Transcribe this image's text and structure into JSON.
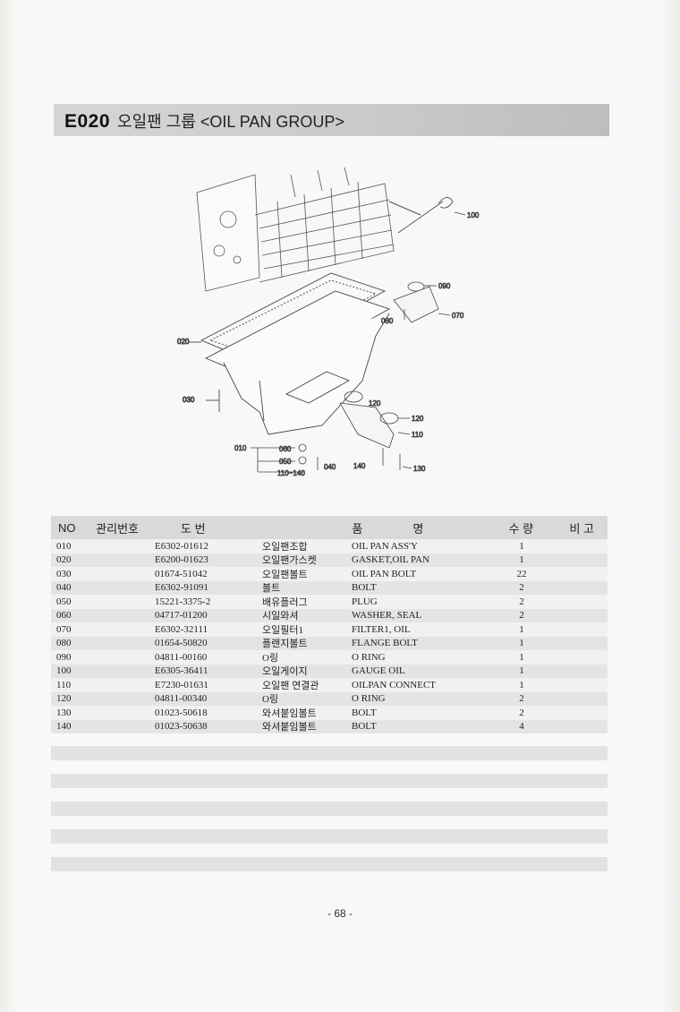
{
  "header": {
    "code": "E020",
    "title": "오일팬 그룹 <OIL PAN GROUP>"
  },
  "diagram": {
    "callouts": [
      "100",
      "090",
      "080",
      "070",
      "020",
      "030",
      "120",
      "120",
      "110",
      "010",
      "060",
      "050",
      "110~140",
      "040",
      "140",
      "130"
    ]
  },
  "table": {
    "headers": {
      "no": "NO",
      "mgmt": "관리번호",
      "part": "도 번",
      "name_kr": "품",
      "name_en": "명",
      "qty": "수 량",
      "note": "비 고"
    },
    "rows": [
      {
        "no": "010",
        "part": "E6302-01612",
        "kor": "오일팬조합",
        "eng": "OIL PAN ASS'Y",
        "qty": "1"
      },
      {
        "no": "020",
        "part": "E6200-01623",
        "kor": "오일팬가스켓",
        "eng": "GASKET,OIL PAN",
        "qty": "1"
      },
      {
        "no": "030",
        "part": "01674-51042",
        "kor": "오일팬볼트",
        "eng": "OIL PAN BOLT",
        "qty": "22"
      },
      {
        "no": "040",
        "part": "E6302-91091",
        "kor": "볼트",
        "eng": "BOLT",
        "qty": "2"
      },
      {
        "no": "050",
        "part": "15221-3375-2",
        "kor": "배유플러그",
        "eng": "PLUG",
        "qty": "2"
      },
      {
        "no": "060",
        "part": "04717-01200",
        "kor": "시일와셔",
        "eng": "WASHER, SEAL",
        "qty": "2"
      },
      {
        "no": "070",
        "part": "E6302-32111",
        "kor": "오일필터1",
        "eng": "FILTER1, OIL",
        "qty": "1"
      },
      {
        "no": "080",
        "part": "01654-50820",
        "kor": "플랜지볼트",
        "eng": "FLANGE BOLT",
        "qty": "1"
      },
      {
        "no": "090",
        "part": "04811-00160",
        "kor": "O링",
        "eng": "O RING",
        "qty": "1"
      },
      {
        "no": "100",
        "part": "E6305-36411",
        "kor": "오일게이지",
        "eng": "GAUGE OIL",
        "qty": "1"
      },
      {
        "no": "110",
        "part": "E7230-01631",
        "kor": "오일팬 연결관",
        "eng": "OILPAN CONNECT",
        "qty": "1"
      },
      {
        "no": "120",
        "part": "04811-00340",
        "kor": "O링",
        "eng": "O RING",
        "qty": "2"
      },
      {
        "no": "130",
        "part": "01023-50618",
        "kor": "와셔붙임볼트",
        "eng": "BOLT",
        "qty": "2"
      },
      {
        "no": "140",
        "part": "01023-50638",
        "kor": "와셔붙임볼트",
        "eng": "BOLT",
        "qty": "4"
      }
    ]
  },
  "page_number": "- 68 -"
}
